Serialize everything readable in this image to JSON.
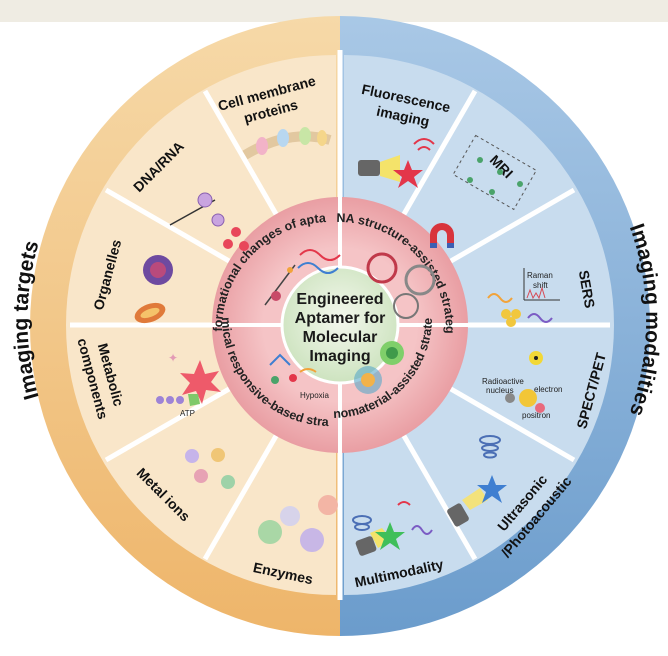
{
  "center": {
    "lines": [
      "Engineered",
      "Aptamer for",
      "Molecular",
      "Imaging"
    ]
  },
  "outer": {
    "left_title": "Imaging targets",
    "right_title": "Imaging modalities"
  },
  "strategies": {
    "conformational": "Conformational changes of aptamers",
    "dna_structure": "DNA structure-assisted strategy",
    "nanomaterial": "Nanomaterial-assisted strategy",
    "chemical": "Chemical responsive-based strategy"
  },
  "targets": {
    "cell_membrane": [
      "Cell membrane",
      "proteins"
    ],
    "dna_rna": "DNA/RNA",
    "organelles": "Organelles",
    "metabolic": [
      "Metabolic",
      "components"
    ],
    "metal_ions": "Metal ions",
    "enzymes": "Enzymes"
  },
  "modalities": {
    "fluorescence": [
      "Fluorescence",
      "imaging"
    ],
    "mri": "MRI",
    "sers": "SERS",
    "spect_pet": "SPECT/PET",
    "ultrasonic": [
      "Ultrasonic",
      "/Photoacoustic"
    ],
    "multimodality": "Multimodality"
  },
  "small_text": {
    "atp": "ATP",
    "raman": "Raman",
    "shift": "shift",
    "radioactive": "Radioactive",
    "nucleus": "nucleus",
    "electron": "electron",
    "positron": "positron",
    "hypoxia": "Hypoxia"
  },
  "colors": {
    "left_outer": "#f3c98c",
    "left_segment": "#f8e3c3",
    "right_outer": "#8fb7d9",
    "right_segment": "#c4d9ec",
    "inner_ring": "#f2b5b9",
    "center_fill": "#dbead0"
  }
}
